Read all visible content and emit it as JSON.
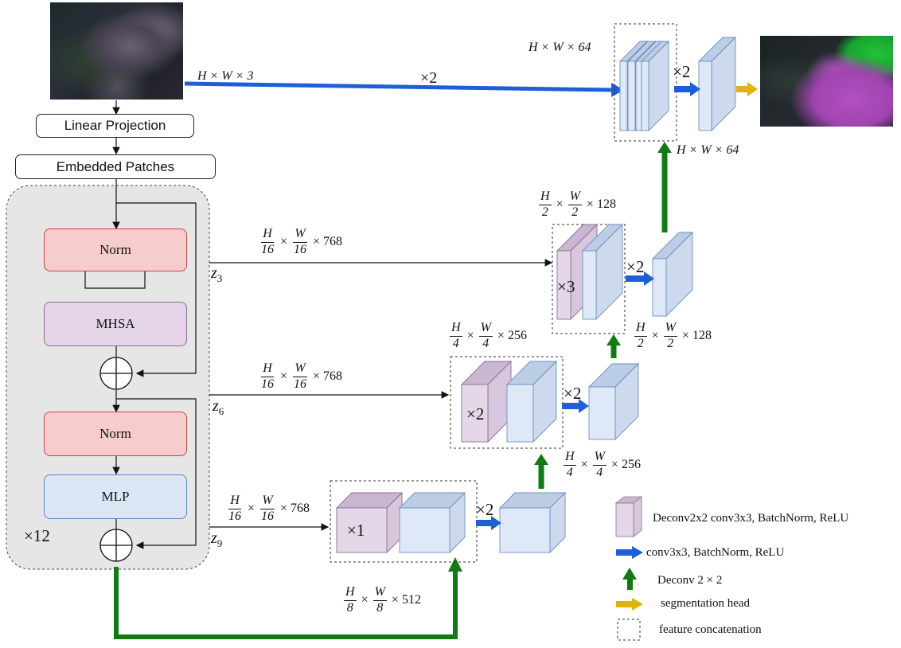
{
  "encoder": {
    "linear_projection": "Linear Projection",
    "embedded_patches": "Embedded Patches",
    "norm1": "Norm",
    "mhsa": "MHSA",
    "norm2": "Norm",
    "mlp": "MLP",
    "repeat": "×12"
  },
  "skips": {
    "z3": "z",
    "z3_sub": "3",
    "z6": "z",
    "z6_sub": "6",
    "z9": "z",
    "z9_sub": "9"
  },
  "dims": {
    "input": "H × W × 3",
    "input_times": "×2",
    "top_64_left": "H × W × 64",
    "top_64_right": "H × W × 64",
    "h2_top": {
      "n1": "H",
      "d1": "2",
      "n2": "W",
      "d2": "2",
      "c": "× 128"
    },
    "h2_right": {
      "n1": "H",
      "d1": "2",
      "n2": "W",
      "d2": "2",
      "c": "× 128"
    },
    "h4_top": {
      "n1": "H",
      "d1": "4",
      "n2": "W",
      "d2": "4",
      "c": "× 256"
    },
    "h4_right": {
      "n1": "H",
      "d1": "4",
      "n2": "W",
      "d2": "4",
      "c": "× 256"
    },
    "z3_dim": {
      "n1": "H",
      "d1": "16",
      "n2": "W",
      "d2": "16",
      "c": "× 768"
    },
    "z6_dim": {
      "n1": "H",
      "d1": "16",
      "n2": "W",
      "d2": "16",
      "c": "× 768"
    },
    "z9_dim": {
      "n1": "H",
      "d1": "16",
      "n2": "W",
      "d2": "16",
      "c": "× 768"
    },
    "h8_bottom": {
      "n1": "H",
      "d1": "8",
      "n2": "W",
      "d2": "8",
      "c": "× 512"
    },
    "times": "×"
  },
  "blocks": {
    "x1": "×1",
    "x2": "×2",
    "x3": "×3",
    "conv_x2": "×2"
  },
  "legend": {
    "deconv_block": "Deconv2x2 conv3x3, BatchNorm, ReLU",
    "conv": "conv3x3, BatchNorm, ReLU",
    "deconv": "Deconv 2 × 2",
    "seg_head": "segmentation head",
    "concat": "feature concatenation"
  },
  "colors": {
    "purple_face": "#e4d7e8",
    "purple_top": "#cbb6d1",
    "purple_side": "#d7c6dc",
    "blue_face": "#dfe8f6",
    "blue_top": "#bccde6",
    "blue_side": "#cdd9ec",
    "green_arrow": "#127a12",
    "blue_arrow": "#1f5fd6",
    "yellow_arrow": "#e0b40f",
    "norm_fill": "#f6cccc",
    "mhsa_fill": "#e4d5e8",
    "mlp_fill": "#dbe7f5",
    "encoder_bg": "#e6e6e6"
  }
}
